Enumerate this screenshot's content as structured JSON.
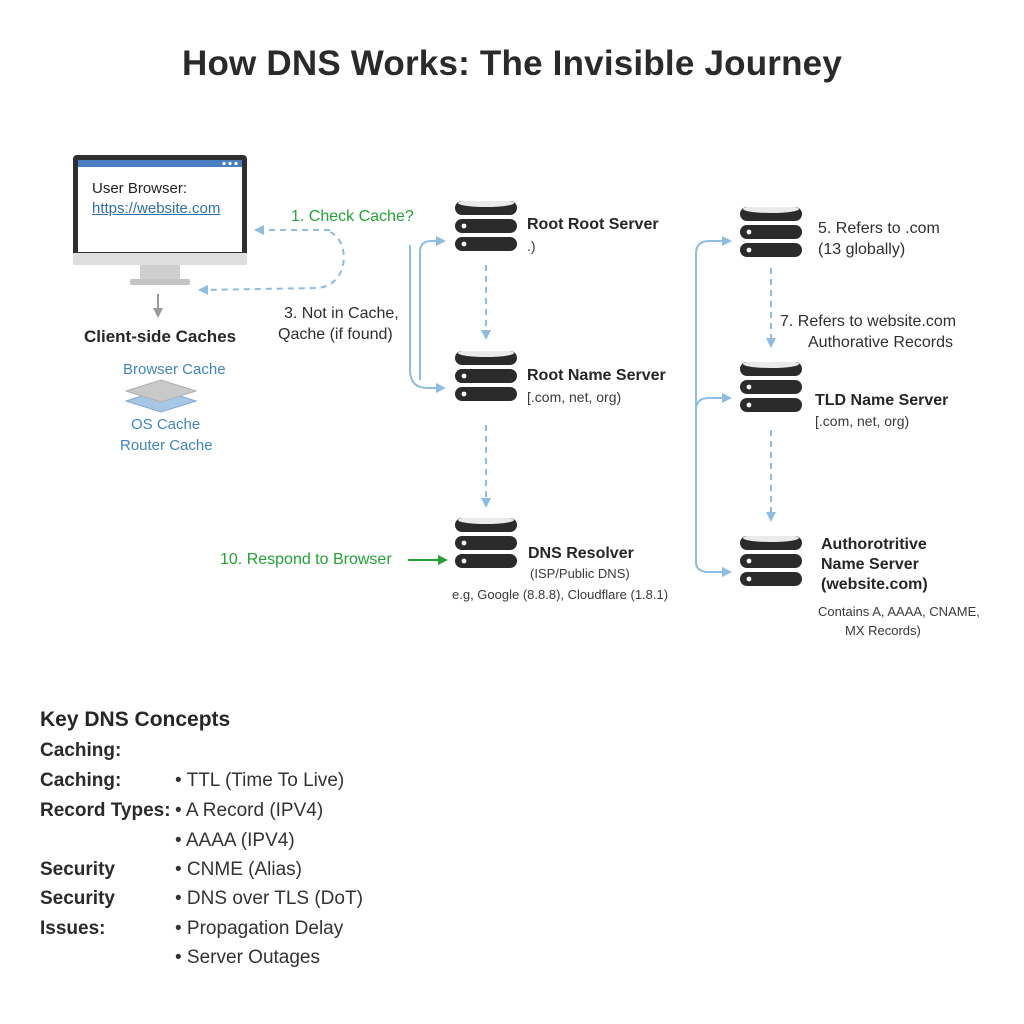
{
  "title": "How DNS Works: The Invisible Journey",
  "client": {
    "browser_label": "User Browser:",
    "url": "https://website.com",
    "caches_title": "Client-side Caches",
    "cache_layers": [
      "Browser Cache",
      "OS Cache",
      "Router Cache"
    ]
  },
  "steps": {
    "check_cache": "1. Check Cache?",
    "not_in_cache_line1": "3. Not in Cache,",
    "not_in_cache_line2": "Qache (if found)",
    "refers_com_line1": "5. Refers to .com",
    "refers_com_line2": "(13 globally)",
    "refers_website_line1": "7. Refers to website.com",
    "refers_website_line2": "Authorative Records",
    "respond": "10. Respond to Browser"
  },
  "servers": {
    "root_root": {
      "name": "Root Root Server",
      "sub": ".)"
    },
    "root_name": {
      "name": "Root Name Server",
      "sub": "[.com, net, org)"
    },
    "resolver": {
      "name": "DNS Resolver",
      "sub": "(ISP/Public DNS)",
      "note": "e.g, Google (8.8.8), Cloudflare (1.8.1)"
    },
    "tld": {
      "name": "TLD Name Server",
      "sub": "[.com, net, org)"
    },
    "auth": {
      "name_line1": "Authorotritive",
      "name_line2": "Name Server",
      "name_line3": "(website.com)",
      "note_line1": "Contains A, AAAA, CNAME,",
      "note_line2": "MX Records)"
    }
  },
  "concepts": {
    "title": "Key DNS Concepts",
    "rows": [
      {
        "term": "Caching:",
        "item": ""
      },
      {
        "term": "Caching:",
        "item": "• TTL (Time To Live)"
      },
      {
        "term": "Record Types:",
        "item": "• A Record (IPV4)"
      },
      {
        "term": "",
        "item": "• AAAA (IPV4)"
      },
      {
        "term": "Security",
        "item": "• CNME (Alias)"
      },
      {
        "term": "Security",
        "item": "• DNS over TLS (DoT)"
      },
      {
        "term": "Issues:",
        "item": "• Propagation Delay"
      },
      {
        "term": "",
        "item": "• Server Outages"
      }
    ]
  },
  "colors": {
    "arrow_blue": "#8dbde0",
    "step_green": "#23a334",
    "server_dark": "#2b2b2b",
    "cache_blue": "#3f86bf"
  }
}
